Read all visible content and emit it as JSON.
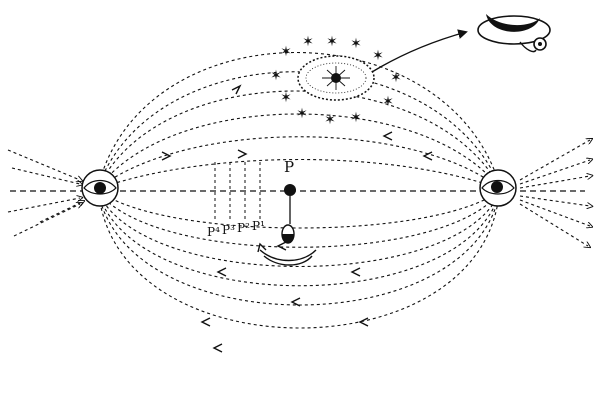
{
  "diagram": {
    "labels": {
      "p": "P",
      "p1": "P¹",
      "p2": "P²",
      "p3": "P³",
      "p4": "P⁴"
    }
  }
}
